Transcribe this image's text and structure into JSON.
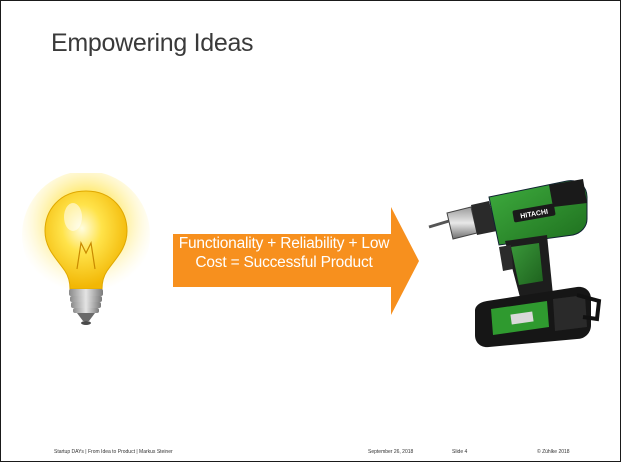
{
  "slide": {
    "title": "Empowering Ideas",
    "arrow_text": "Functionality + Reliability + Low Cost = Successful Product",
    "arrow_color": "#f7901e",
    "drill_brand": "HITACHI"
  },
  "footer": {
    "left": "Startup DAYs | From Idea to Product | Markus Steiner",
    "date": "September 26, 2018",
    "slide_number": "Slide 4",
    "copyright": "© Zühlke 2018"
  }
}
